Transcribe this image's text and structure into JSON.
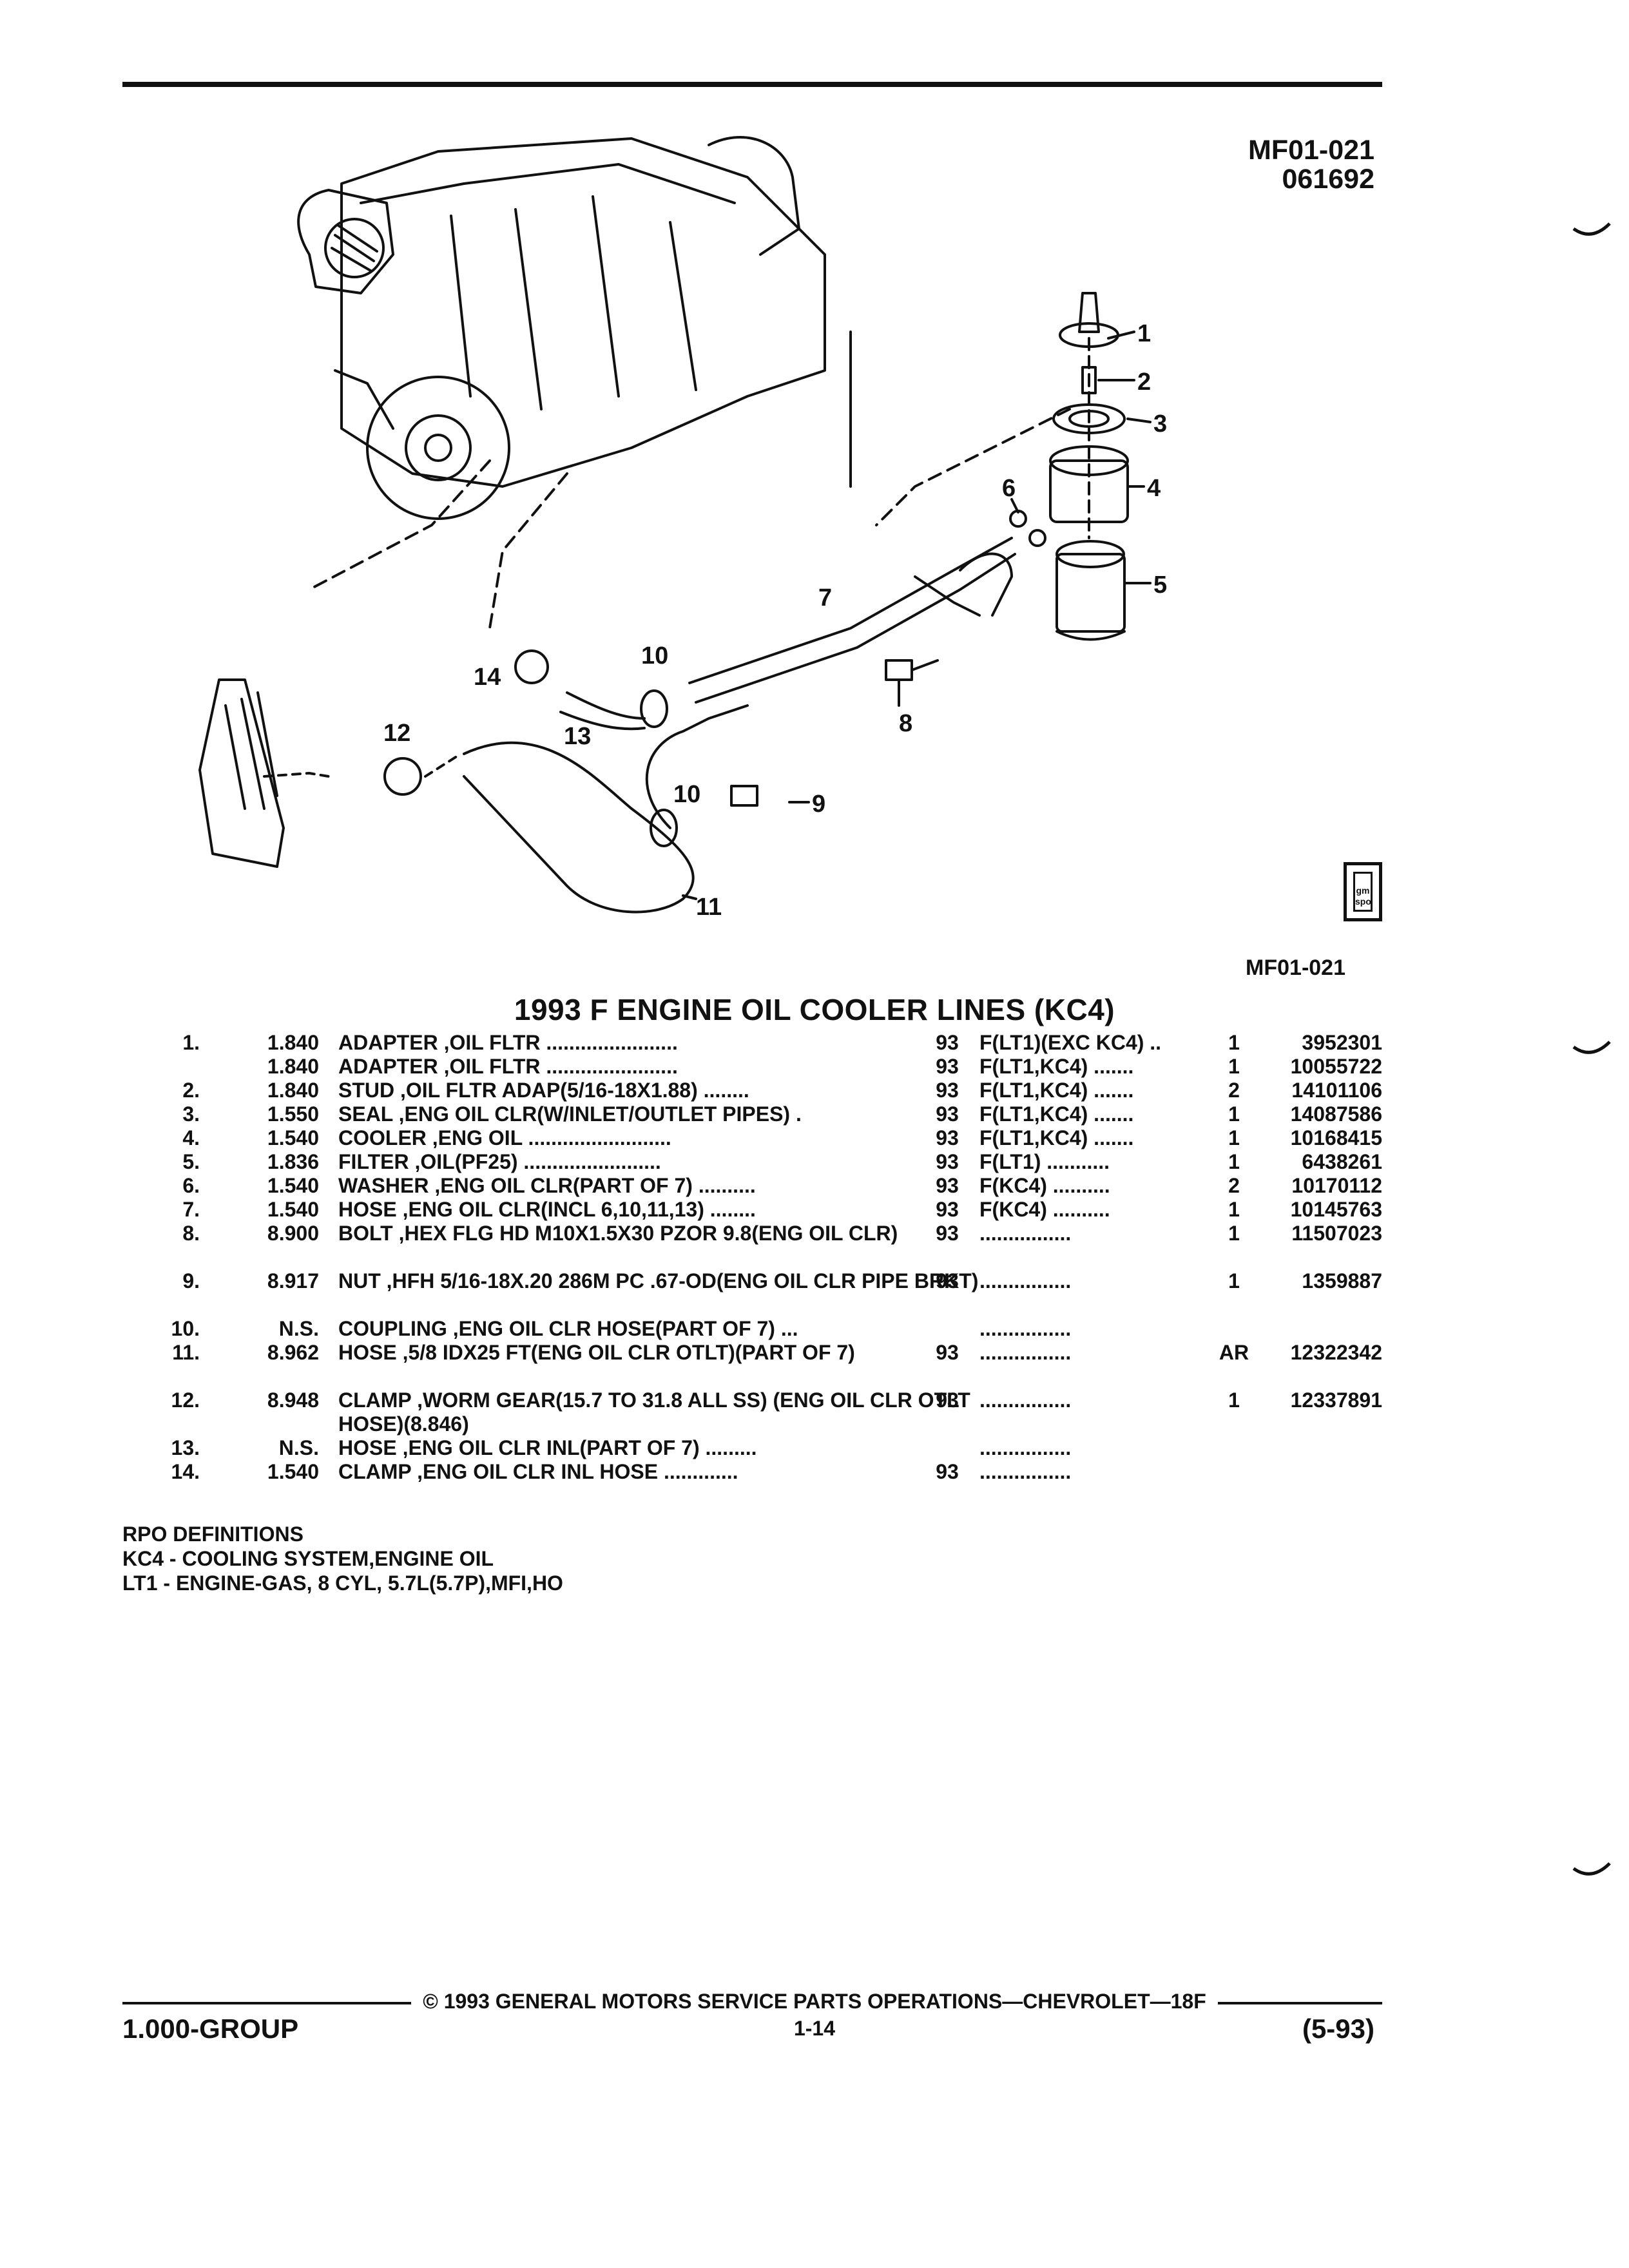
{
  "header": {
    "ref_code": "MF01-021",
    "ref_date": "061692"
  },
  "diagram": {
    "callouts": [
      "1",
      "2",
      "3",
      "4",
      "5",
      "6",
      "7",
      "8",
      "9",
      "10",
      "10",
      "11",
      "12",
      "13",
      "14"
    ],
    "code": "MF01-021",
    "logo_text": "gm spo"
  },
  "title": "1993 F ENGINE OIL COOLER LINES (KC4)",
  "parts": [
    {
      "item": "1.",
      "group": "1.840",
      "desc": "ADAPTER ,OIL FLTR .......................",
      "year": "93",
      "app": "F(LT1)(EXC KC4) ..",
      "qty": "1",
      "pn": "3952301"
    },
    {
      "item": "",
      "group": "1.840",
      "desc": "ADAPTER ,OIL FLTR .......................",
      "year": "93",
      "app": "F(LT1,KC4) .......",
      "qty": "1",
      "pn": "10055722"
    },
    {
      "item": "2.",
      "group": "1.840",
      "desc": "STUD ,OIL FLTR ADAP(5/16-18X1.88) ........",
      "year": "93",
      "app": "F(LT1,KC4) .......",
      "qty": "2",
      "pn": "14101106"
    },
    {
      "item": "3.",
      "group": "1.550",
      "desc": "SEAL ,ENG OIL CLR(W/INLET/OUTLET PIPES) .",
      "year": "93",
      "app": "F(LT1,KC4) .......",
      "qty": "1",
      "pn": "14087586"
    },
    {
      "item": "4.",
      "group": "1.540",
      "desc": "COOLER ,ENG OIL .........................",
      "year": "93",
      "app": "F(LT1,KC4) .......",
      "qty": "1",
      "pn": "10168415"
    },
    {
      "item": "5.",
      "group": "1.836",
      "desc": "FILTER ,OIL(PF25) ........................",
      "year": "93",
      "app": "F(LT1) ...........",
      "qty": "1",
      "pn": "6438261"
    },
    {
      "item": "6.",
      "group": "1.540",
      "desc": "WASHER ,ENG OIL CLR(PART OF 7) ..........",
      "year": "93",
      "app": "F(KC4) ..........",
      "qty": "2",
      "pn": "10170112"
    },
    {
      "item": "7.",
      "group": "1.540",
      "desc": "HOSE ,ENG OIL CLR(INCL 6,10,11,13) ........",
      "year": "93",
      "app": "F(KC4) ..........",
      "qty": "1",
      "pn": "10145763"
    },
    {
      "item": "8.",
      "group": "8.900",
      "desc": "BOLT ,HEX FLG HD M10X1.5X30 PZOR 9.8(ENG OIL CLR)",
      "year": "93",
      "app": "................",
      "qty": "1",
      "pn": "11507023",
      "tall": true
    },
    {
      "item": "9.",
      "group": "8.917",
      "desc": "NUT ,HFH 5/16-18X.20 286M PC .67-OD(ENG OIL CLR PIPE BRKT)",
      "year": "93",
      "app": "................",
      "qty": "1",
      "pn": "1359887",
      "tall": true
    },
    {
      "item": "10.",
      "group": "N.S.",
      "desc": "COUPLING ,ENG OIL CLR HOSE(PART OF 7) ...",
      "year": "",
      "app": "................",
      "qty": "",
      "pn": ""
    },
    {
      "item": "11.",
      "group": "8.962",
      "desc": "HOSE ,5/8 IDX25 FT(ENG OIL CLR OTLT)(PART OF 7)",
      "year": "93",
      "app": "................",
      "qty": "AR",
      "pn": "12322342",
      "tall": true
    },
    {
      "item": "12.",
      "group": "8.948",
      "desc": "CLAMP ,WORM GEAR(15.7 TO 31.8 ALL SS) (ENG OIL CLR OTLT HOSE)(8.846)",
      "year": "93",
      "app": "................",
      "qty": "1",
      "pn": "12337891",
      "tall": true
    },
    {
      "item": "13.",
      "group": "N.S.",
      "desc": "HOSE ,ENG OIL CLR INL(PART OF 7) .........",
      "year": "",
      "app": "................",
      "qty": "",
      "pn": ""
    },
    {
      "item": "14.",
      "group": "1.540",
      "desc": "CLAMP ,ENG OIL CLR INL HOSE .............",
      "year": "93",
      "app": "................",
      "qty": "",
      "pn": ""
    }
  ],
  "rpo": {
    "heading": "RPO DEFINITIONS",
    "kc4": "KC4 - COOLING SYSTEM,ENGINE OIL",
    "lt1": "LT1 - ENGINE-GAS, 8 CYL, 5.7L(5.7P),MFI,HO"
  },
  "footer": {
    "copyright": "© 1993 GENERAL MOTORS SERVICE PARTS OPERATIONS—CHEVROLET—18F",
    "group": "1.000-GROUP",
    "page": "1-14",
    "date": "(5-93)"
  }
}
